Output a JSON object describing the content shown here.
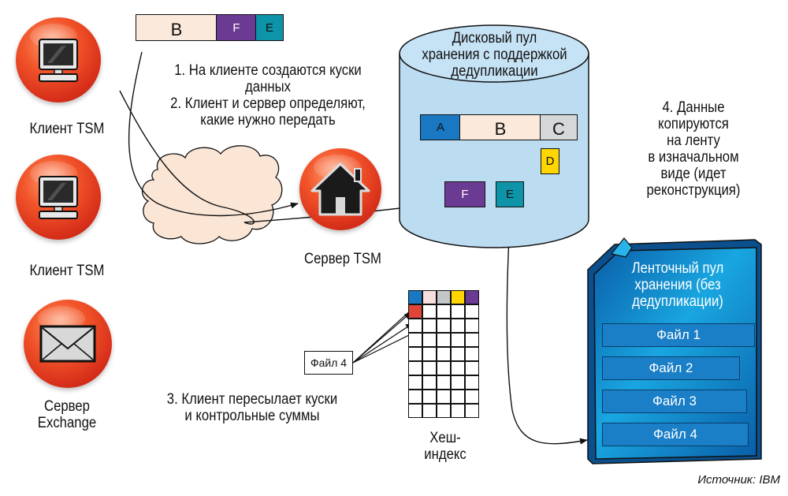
{
  "clients": [
    {
      "label": "Клиент TSM",
      "icon": "monitor-icon"
    },
    {
      "label": "Клиент TSM",
      "icon": "monitor-icon"
    },
    {
      "label": "Сервер Exchange",
      "icon": "envelope-icon"
    }
  ],
  "client_label_lines": {
    "exchange_line1": "Сервер",
    "exchange_line2": "Exchange"
  },
  "server": {
    "label": "Сервер TSM",
    "icon": "house-icon"
  },
  "network": {
    "icon": "cloud-icon"
  },
  "client_chunks": [
    {
      "label": "B",
      "color": "#fbe9dc"
    },
    {
      "label": "F",
      "color": "#6b3b94"
    },
    {
      "label": "E",
      "color": "#0e94a8"
    }
  ],
  "steps": {
    "step1_line1": "1. На клиенте создаются куски",
    "step1_line2": "данных",
    "step2_line1": "2. Клиент и сервер определяют,",
    "step2_line2": "какие нужно передать",
    "step3_line1": "3. Клиент пересылает куски",
    "step3_line2": "и контрольные суммы",
    "step4_lines": [
      "4. Данные",
      "копируются",
      "на ленту",
      "в изначальном",
      "виде (идет",
      "реконструкция)"
    ]
  },
  "disk_pool": {
    "title_lines": [
      "Дисковый пул",
      "хранения с поддержкой",
      "дедупликации"
    ],
    "fill_color": "#bcdcf2",
    "chunks": [
      {
        "label": "A",
        "color": "#1a78c2"
      },
      {
        "label": "B",
        "color": "#fbe9dc"
      },
      {
        "label": "C",
        "color": "#d6d7d9"
      },
      {
        "label": "D",
        "color": "#ffd600"
      },
      {
        "label": "F",
        "color": "#6b3b94"
      },
      {
        "label": "E",
        "color": "#0e94a8"
      }
    ]
  },
  "hash_index": {
    "label_line1": "Хеш-",
    "label_line2": "индекс",
    "rows": 9,
    "cols": 5,
    "colored_cells": [
      {
        "row": 0,
        "col": 0,
        "color": "#1a78c2"
      },
      {
        "row": 0,
        "col": 1,
        "color": "#f6dede"
      },
      {
        "row": 0,
        "col": 2,
        "color": "#c4c6c8"
      },
      {
        "row": 0,
        "col": 3,
        "color": "#ffd600"
      },
      {
        "row": 0,
        "col": 4,
        "color": "#6b3b94"
      },
      {
        "row": 1,
        "col": 0,
        "color": "#e0453a"
      }
    ]
  },
  "file_box": {
    "label": "Файл 4"
  },
  "tape_pool": {
    "title_lines": [
      "Ленточный пул",
      "хранения (без",
      "дедупликации)"
    ],
    "files": [
      "Файл 1",
      "Файл 2",
      "Файл 3",
      "Файл 4"
    ]
  },
  "source": "Источник: IBM"
}
